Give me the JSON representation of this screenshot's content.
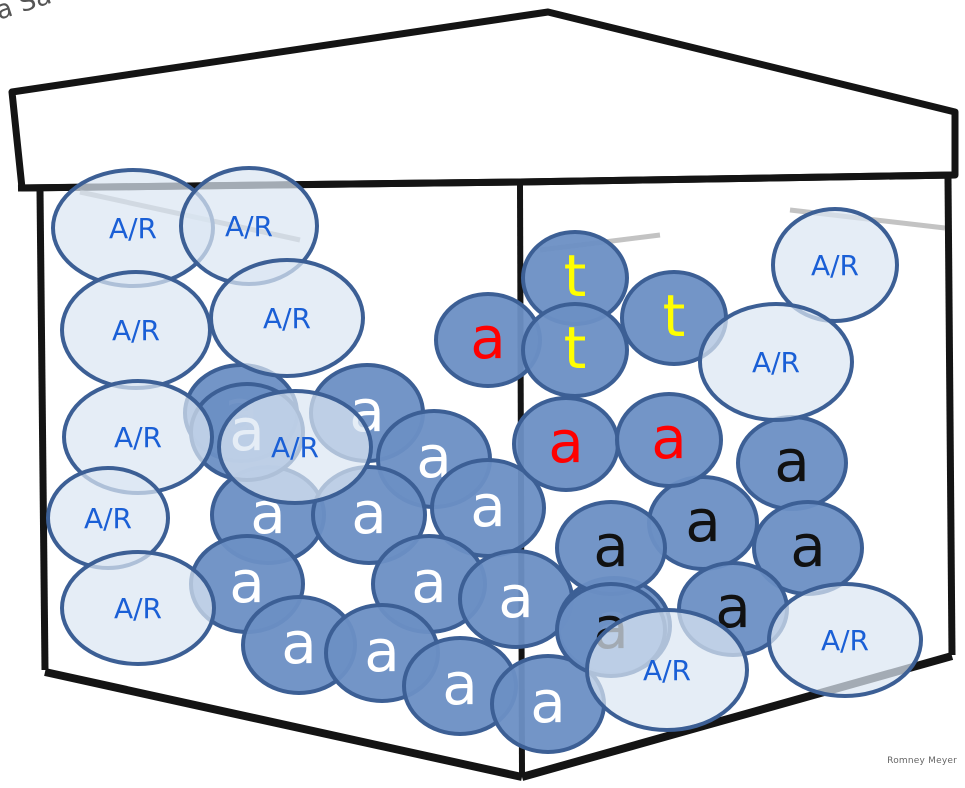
{
  "corner_fragment": "a Sa",
  "credit": "Romney Meyer",
  "colors": {
    "box_stroke": "#141414",
    "light_ball_fill": "#dbe6f3",
    "dark_ball_fill": "#6c8fc4",
    "ball_stroke": "#3c5f95",
    "label_blue": "#1a5fd6",
    "label_white": "#ffffff",
    "label_black": "#111111",
    "label_red": "#ff0000",
    "label_yellow": "#ffff00"
  },
  "items": [
    {
      "label": "A/R",
      "kind": "light",
      "color": "blue"
    },
    {
      "label": "A/R",
      "kind": "light",
      "color": "blue"
    },
    {
      "label": "A/R",
      "kind": "light",
      "color": "blue"
    },
    {
      "label": "A/R",
      "kind": "light",
      "color": "blue"
    },
    {
      "label": "A/R",
      "kind": "light",
      "color": "blue"
    },
    {
      "label": "A/R",
      "kind": "light",
      "color": "blue"
    },
    {
      "label": "A/R",
      "kind": "light",
      "color": "blue"
    },
    {
      "label": "A/R",
      "kind": "light",
      "color": "blue"
    },
    {
      "label": "A/R",
      "kind": "light",
      "color": "blue"
    },
    {
      "label": "A/R",
      "kind": "light",
      "color": "blue"
    },
    {
      "label": "A/R",
      "kind": "light",
      "color": "blue"
    },
    {
      "label": "A/R",
      "kind": "light",
      "color": "blue"
    },
    {
      "label": "a",
      "kind": "dark",
      "color": "white"
    },
    {
      "label": "a",
      "kind": "dark",
      "color": "white"
    },
    {
      "label": "a",
      "kind": "dark",
      "color": "white"
    },
    {
      "label": "a",
      "kind": "dark",
      "color": "white"
    },
    {
      "label": "a",
      "kind": "dark",
      "color": "white"
    },
    {
      "label": "a",
      "kind": "dark",
      "color": "white"
    },
    {
      "label": "a",
      "kind": "dark",
      "color": "white"
    },
    {
      "label": "a",
      "kind": "dark",
      "color": "white"
    },
    {
      "label": "a",
      "kind": "dark",
      "color": "white"
    },
    {
      "label": "a",
      "kind": "dark",
      "color": "white"
    },
    {
      "label": "a",
      "kind": "dark",
      "color": "white"
    },
    {
      "label": "a",
      "kind": "dark",
      "color": "white"
    },
    {
      "label": "a",
      "kind": "dark",
      "color": "white"
    },
    {
      "label": "a",
      "kind": "dark",
      "color": "white"
    },
    {
      "label": "a",
      "kind": "dark",
      "color": "white"
    },
    {
      "label": "a",
      "kind": "dark",
      "color": "black"
    },
    {
      "label": "a",
      "kind": "dark",
      "color": "black"
    },
    {
      "label": "a",
      "kind": "dark",
      "color": "black"
    },
    {
      "label": "a",
      "kind": "dark",
      "color": "black"
    },
    {
      "label": "a",
      "kind": "dark",
      "color": "black"
    },
    {
      "label": "a",
      "kind": "dark",
      "color": "black"
    },
    {
      "label": "a",
      "kind": "dark",
      "color": "red"
    },
    {
      "label": "a",
      "kind": "dark",
      "color": "red"
    },
    {
      "label": "a",
      "kind": "dark",
      "color": "red"
    },
    {
      "label": "t",
      "kind": "dark",
      "color": "yellow"
    },
    {
      "label": "t",
      "kind": "dark",
      "color": "yellow"
    },
    {
      "label": "t",
      "kind": "dark",
      "color": "yellow"
    }
  ]
}
